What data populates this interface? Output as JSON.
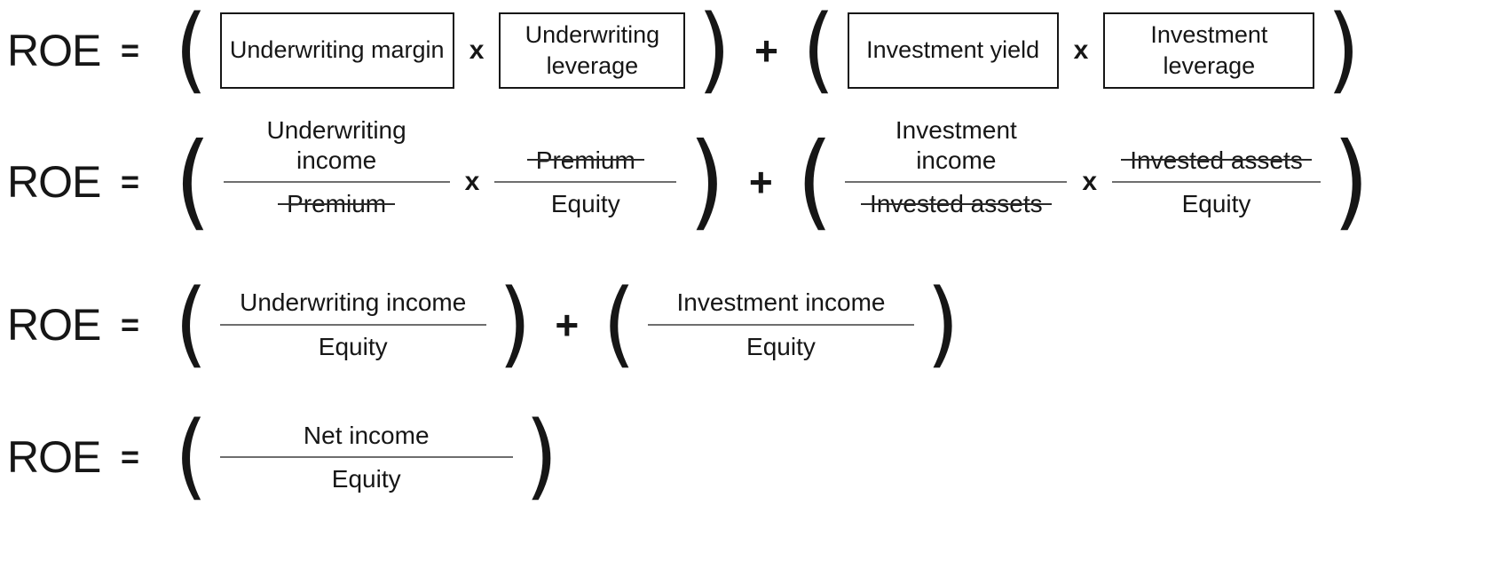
{
  "colors": {
    "background": "#ffffff",
    "text": "#161616",
    "box_border": "#161616",
    "fraction_bar": "#6e6e6e",
    "strikethrough": "#2a2a2a"
  },
  "symbols": {
    "equals": "=",
    "times": "x",
    "plus": "+",
    "paren_open": "(",
    "paren_close": ")"
  },
  "equations": [
    {
      "lhs": "ROE",
      "left": {
        "factor_a": "Underwriting margin",
        "factor_b": "Underwriting leverage"
      },
      "right": {
        "factor_a": "Investment yield",
        "factor_b": "Investment leverage"
      }
    },
    {
      "lhs": "ROE",
      "left": {
        "frac_a": {
          "num": "Underwriting income",
          "num_struck": false,
          "den": "Premium",
          "den_struck": true
        },
        "frac_b": {
          "num": "Premium",
          "num_struck": true,
          "den": "Equity",
          "den_struck": false
        }
      },
      "right": {
        "frac_a": {
          "num": "Investment income",
          "num_struck": false,
          "den": "Invested assets",
          "den_struck": true
        },
        "frac_b": {
          "num": "Invested assets",
          "num_struck": true,
          "den": "Equity",
          "den_struck": false
        }
      }
    },
    {
      "lhs": "ROE",
      "left": {
        "frac": {
          "num": "Underwriting income",
          "den": "Equity"
        }
      },
      "right": {
        "frac": {
          "num": "Investment income",
          "den": "Equity"
        }
      }
    },
    {
      "lhs": "ROE",
      "term": {
        "frac": {
          "num": "Net income",
          "den": "Equity"
        }
      }
    }
  ]
}
